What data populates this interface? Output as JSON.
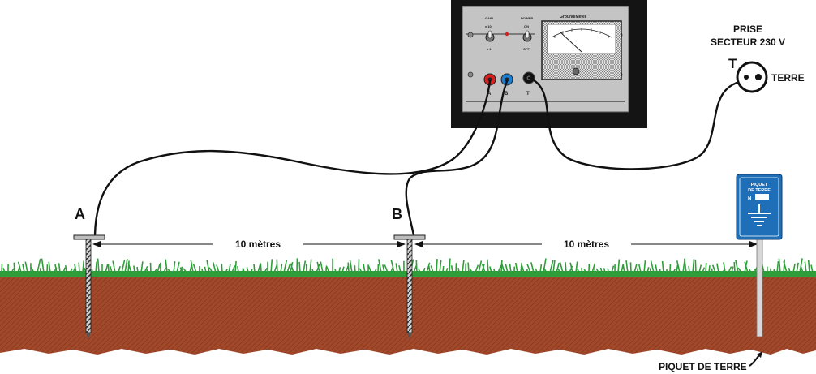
{
  "meter": {
    "panel_label_gain": "GAIN",
    "panel_label_gain_values": "x 10",
    "panel_label_gain_values2": "x 1",
    "panel_label_power": "POWER",
    "panel_label_on": "ON",
    "panel_label_off": "OFF",
    "panel_title": "Ground/Meter",
    "terminal_a": "A",
    "terminal_b": "B",
    "terminal_t": "T"
  },
  "outlet": {
    "title_line1": "PRISE",
    "title_line2": "SECTEUR 230 V",
    "terminal_label": "T",
    "earth_label": "TERRE"
  },
  "stakes": {
    "a_label": "A",
    "b_label": "B",
    "distance_ab": "10 mètres",
    "distance_bt": "10 mètres"
  },
  "sign": {
    "title_line1": "PIQUET",
    "title_line2": "DE TERRE",
    "n_label": "N"
  },
  "ground_rod_label": "PIQUET DE  TERRE",
  "colors": {
    "soil": "#a0482a",
    "grass": "#2f9e3a",
    "sign_blue": "#1f6fb8",
    "terminal_red": "#d42020",
    "terminal_blue": "#1e7fd0"
  }
}
